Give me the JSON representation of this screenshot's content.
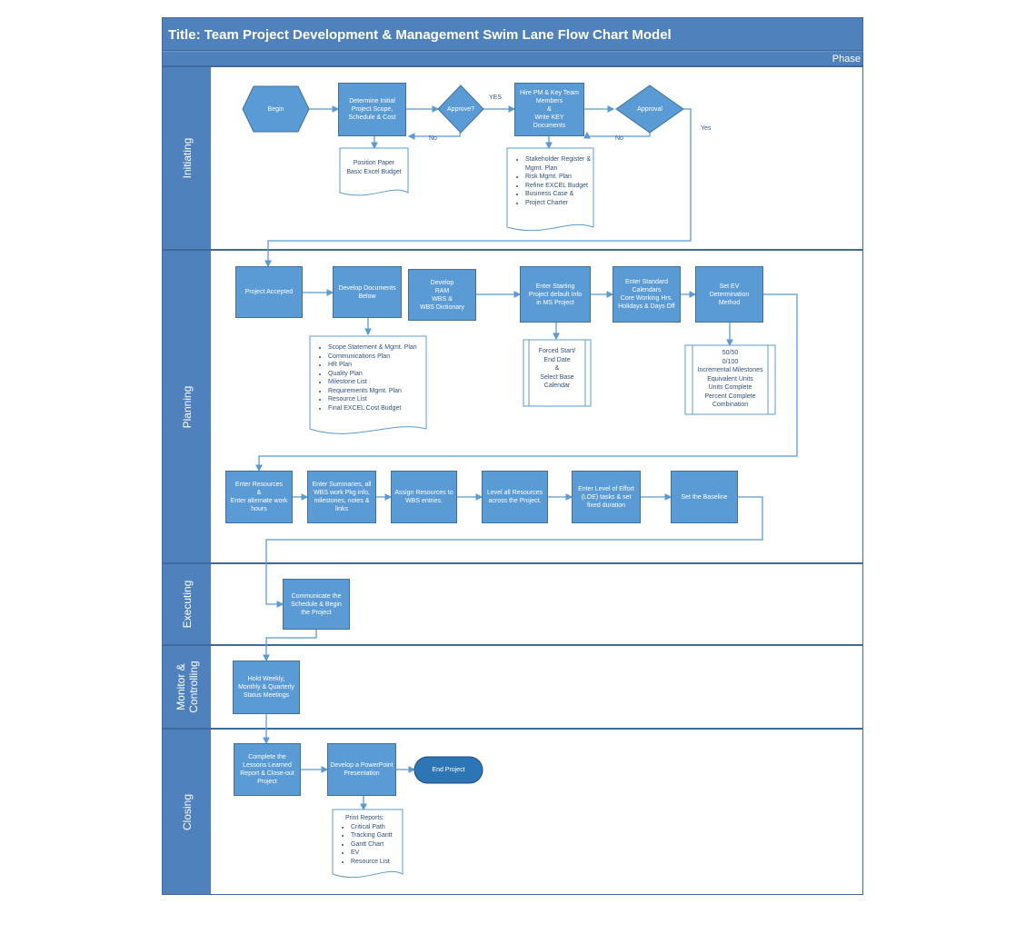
{
  "title": "Title:  Team Project Development & Management Swim Lane Flow Chart Model",
  "phase_label": "Phase",
  "lanes": [
    "Initiating",
    "Planning",
    "Executing",
    "Monitor &\nControlling",
    "Closing"
  ],
  "nodes": {
    "begin": "Begin",
    "determine": "Determine Initial\nProject Scope,\nSchedule & Cost",
    "approve1": "Approve?",
    "hire": "Hire PM & Key Team\nMembers\n&\nWrite KEY\nDocuments",
    "approval2": "Approval",
    "project_accepted": "Project Accepted",
    "develop_docs": "Develop Documents\nBelow",
    "develop_ram": "Develop\nRAM\nWBS &\nWBS Dictionary",
    "enter_starting": "Enter Starting\nProject default Info\nin MS Project",
    "enter_standard": "Enter Standard\nCalendars\nCore Working Hrs.\nHolidays & Days Off",
    "set_ev": "Set EV\nDetermination\nMethod",
    "enter_resources": "Enter Resources\n&\nEnter alternate work\nhours",
    "enter_summaries": "Enter Summaries, all\nWBS work Pkg info,\nmilestones, notes &\nlinks",
    "assign_resources": "Assign Resources to\nWBS entries.",
    "level_resources": "Level all Resources\nacross the Project.",
    "enter_loe": "Enter Level of Effort\n(LOE) tasks & set\nfixed duration",
    "set_baseline": "Set the Baseline",
    "communicate": "Communicate the\nSchedule & Begin\nthe Project",
    "hold_weekly": "Hold Weekly,\nMonthly & Quarterly\nStatus Meetings",
    "complete_lessons": "Complete the\nLessons Learned\nReport & Close-out\nProject",
    "develop_ppt": "Develop a PowerPoint\nPresentation",
    "end_project": "End Project"
  },
  "documents": {
    "position_paper": "Position Paper\nBasic Excel Budget",
    "stakeholder": [
      "Stakeholder Register & Mgmt. Plan",
      "Risk Mgmt. Plan",
      "Refine EXCEL Budget",
      "Business Case &",
      "Project Charter"
    ],
    "scope_docs": [
      "Scope Statement & Mgmt. Plan",
      "Communications Plan",
      "HR Plan",
      "Quality Plan",
      "Milestone List",
      "Requirements Mgmt. Plan",
      "Resource List",
      "Final EXCEL Cost Budget"
    ],
    "forced_start": "Forced Start/\nEnd  Date\n&\nSelect Base\nCalendar",
    "ev_methods": "50/50\n0/100\nIncremental Milestones\nEquivalent Units\nUnits Complete\nPercent Complete\nCombination",
    "print_title": "Print Reports:",
    "print_reports": [
      "Critical Path",
      "Tracking Gantt",
      "Gantt Chart",
      "EV",
      "Resource List"
    ]
  },
  "edge_labels": {
    "yes1": "YES",
    "no1": "No",
    "no2": "No",
    "yes2": "Yes"
  },
  "colors": {
    "header": "#4f81bd",
    "process": "#5b9bd5",
    "terminal": "#2e75b6",
    "line": "#5b9bd5",
    "doc_text": "#2f4f7f"
  }
}
